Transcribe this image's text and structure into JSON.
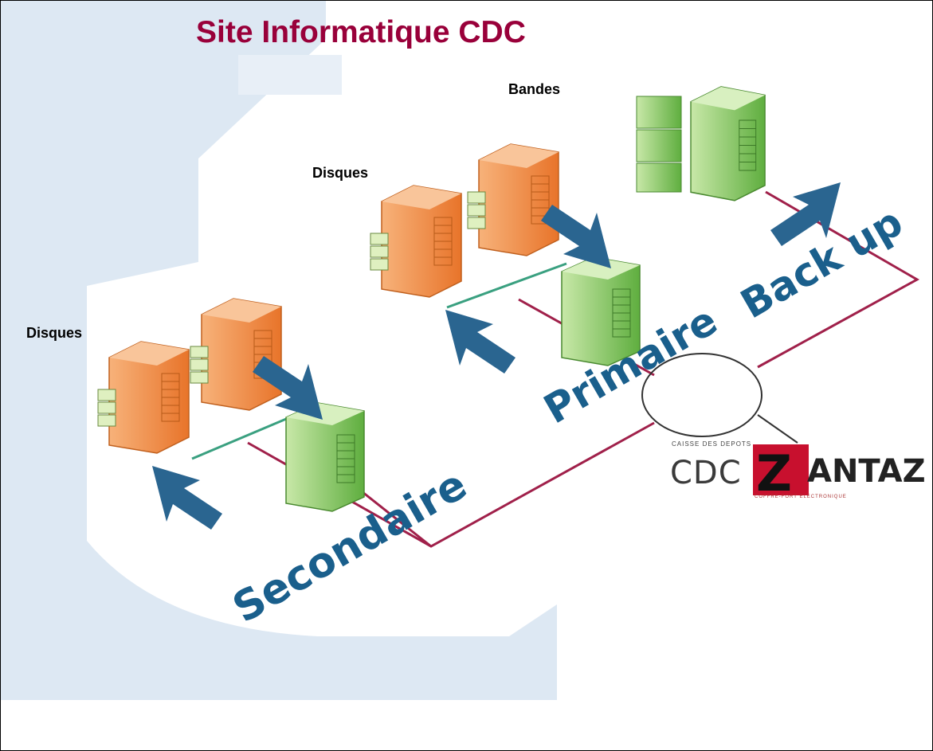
{
  "title": "Site Informatique CDC",
  "labels": {
    "bandes": "Bandes",
    "disques_top": "Disques",
    "disques_left": "Disques"
  },
  "network_labels": {
    "secondaire": "Secondaire",
    "primaire": "Primaire",
    "backup": "Back up"
  },
  "logo": {
    "small_line1": "CAISSE DES DEPOTS",
    "cdc": "CDC",
    "z": "Z",
    "antaz": "ANTAZ",
    "tagline": "COFFRE-FORT ELECTRONIQUE"
  },
  "colors": {
    "title": "#99003a",
    "arrow": "#2a6590",
    "network_line": "#a0204a",
    "link_line": "#3aa080",
    "disk_orange": "#f08a3c",
    "server_green": "#7cc35a",
    "label_blue": "#1a5f8c"
  },
  "icons": [
    "disk-array-icon",
    "server-icon",
    "tape-library-icon",
    "arrow-icon"
  ]
}
